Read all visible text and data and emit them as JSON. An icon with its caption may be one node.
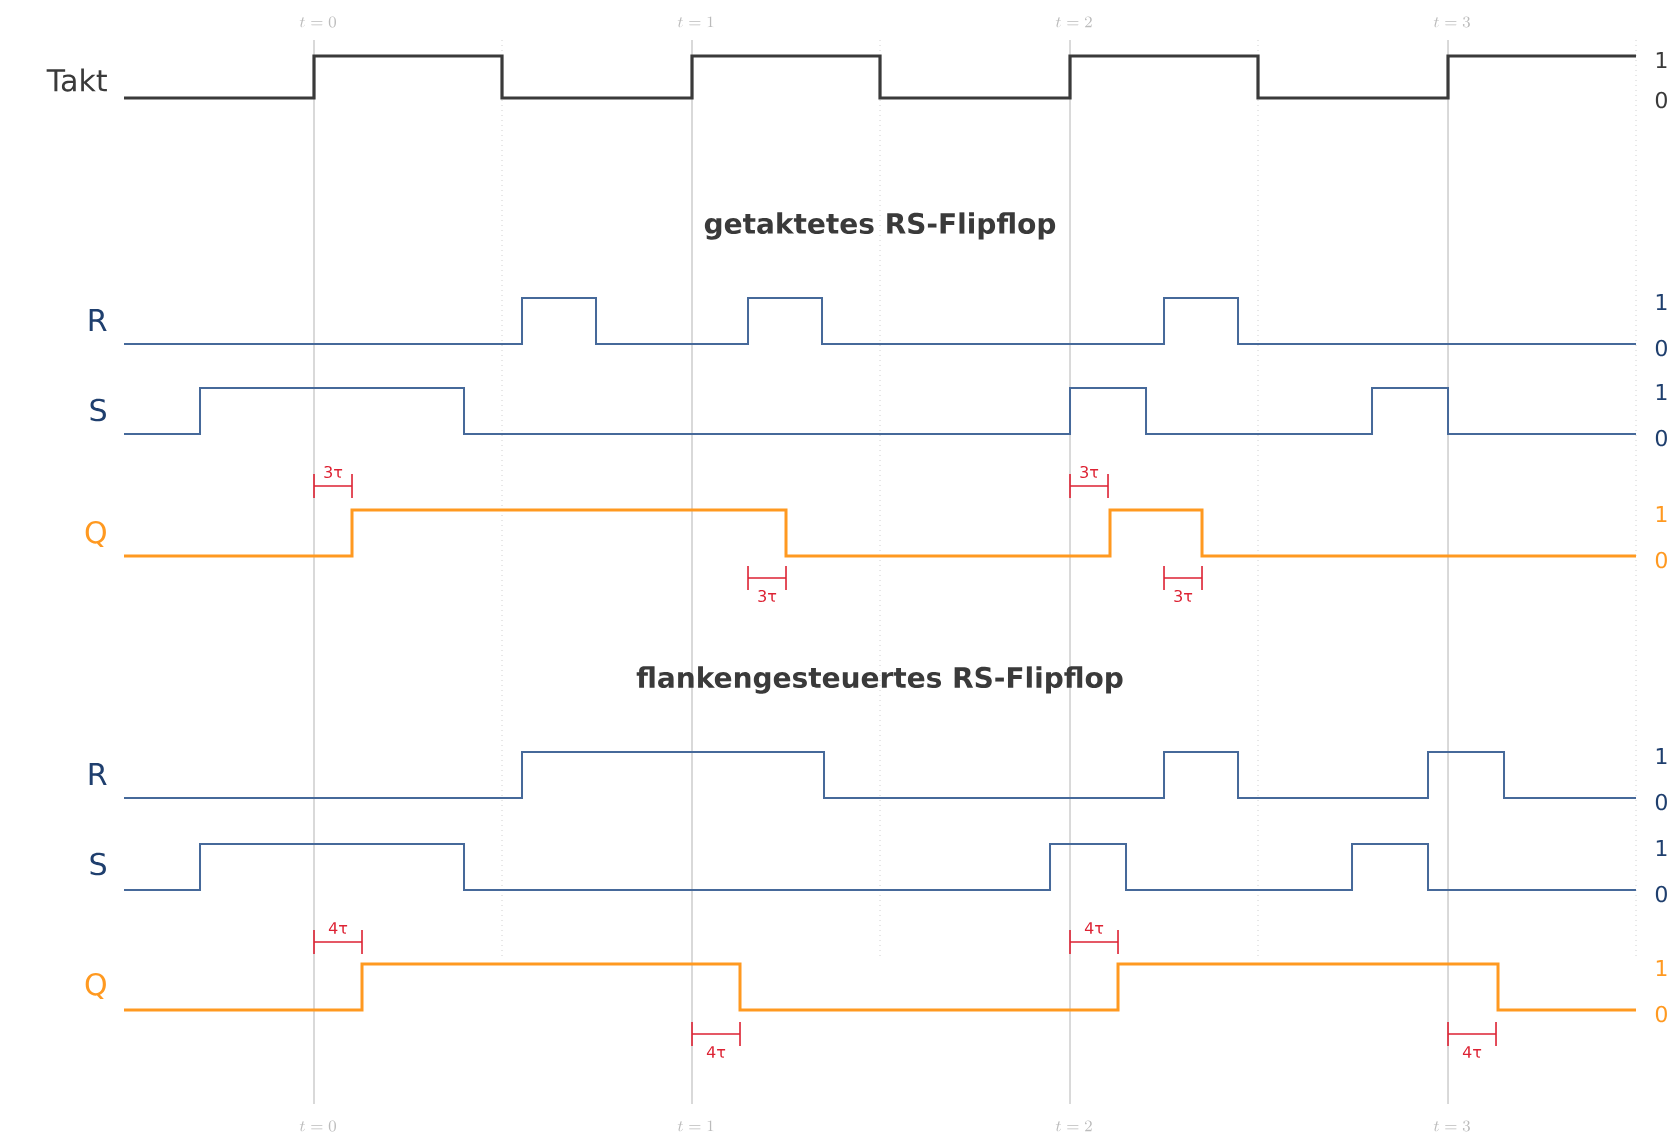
{
  "diagram": {
    "labels": [
      "t = 0",
      "t = 1",
      "t = 2",
      "t = 3",
      "Takt",
      "1",
      "0",
      "getaktetes RS-Flipflop",
      "R",
      "1",
      "0",
      "S",
      "1",
      "0",
      "3τ",
      "3τ",
      "Q",
      "1",
      "0",
      "3τ",
      "3τ",
      "flankengesteuertes RS-Flipflop",
      "R",
      "1",
      "0",
      "S",
      "1",
      "0",
      "4τ",
      "4τ",
      "Q",
      "1",
      "0",
      "4τ",
      "4τ",
      "t = 0",
      "t = 1",
      "t = 2",
      "t = 3"
    ]
  }
}
